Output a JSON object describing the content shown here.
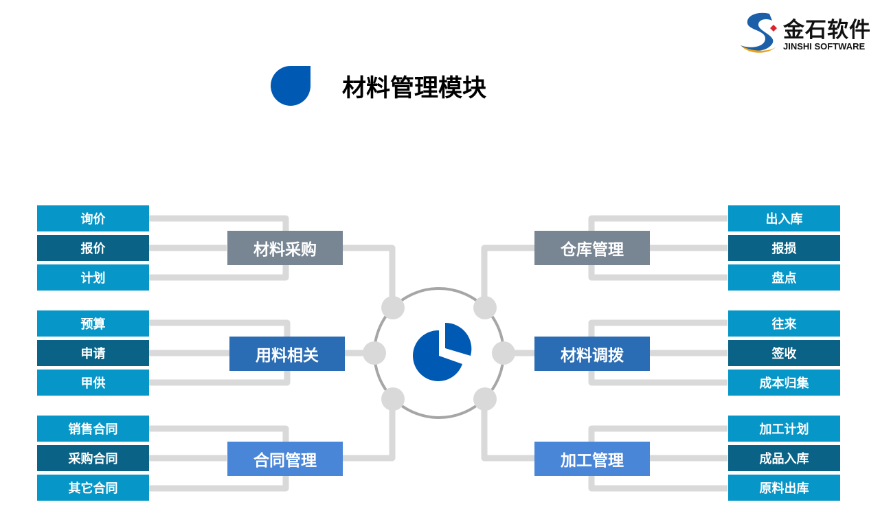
{
  "header": {
    "title": "材料管理模块",
    "logo_name": "金石软件",
    "logo_english": "JINSHI SOFTWARE"
  },
  "colors": {
    "accent_blue": "#0059b3",
    "leaf_light": "#0697c8",
    "leaf_dark": "#0a6386",
    "hub_gray": "#788593",
    "hub_blue": "#2b6db4",
    "hub_sky": "#4a86d8",
    "connector": "#d9d9d9",
    "ring": "#a6a6a6"
  },
  "icons": {
    "title_mark": "droplet-icon",
    "center_mark": "pie-chart-icon",
    "logo_mark": "jinshi-s-logo-icon"
  },
  "groups": [
    {
      "label": "材料采购",
      "side": "left",
      "items": [
        "询价",
        "报价",
        "计划"
      ]
    },
    {
      "label": "用料相关",
      "side": "left",
      "items": [
        "预算",
        "申请",
        "甲供"
      ]
    },
    {
      "label": "合同管理",
      "side": "left",
      "items": [
        "销售合同",
        "采购合同",
        "其它合同"
      ]
    },
    {
      "label": "仓库管理",
      "side": "right",
      "items": [
        "出入库",
        "报损",
        "盘点"
      ]
    },
    {
      "label": "材料调拨",
      "side": "right",
      "items": [
        "往来",
        "签收",
        "成本归集"
      ]
    },
    {
      "label": "加工管理",
      "side": "right",
      "items": [
        "加工计划",
        "成品入库",
        "原料出库"
      ]
    }
  ]
}
